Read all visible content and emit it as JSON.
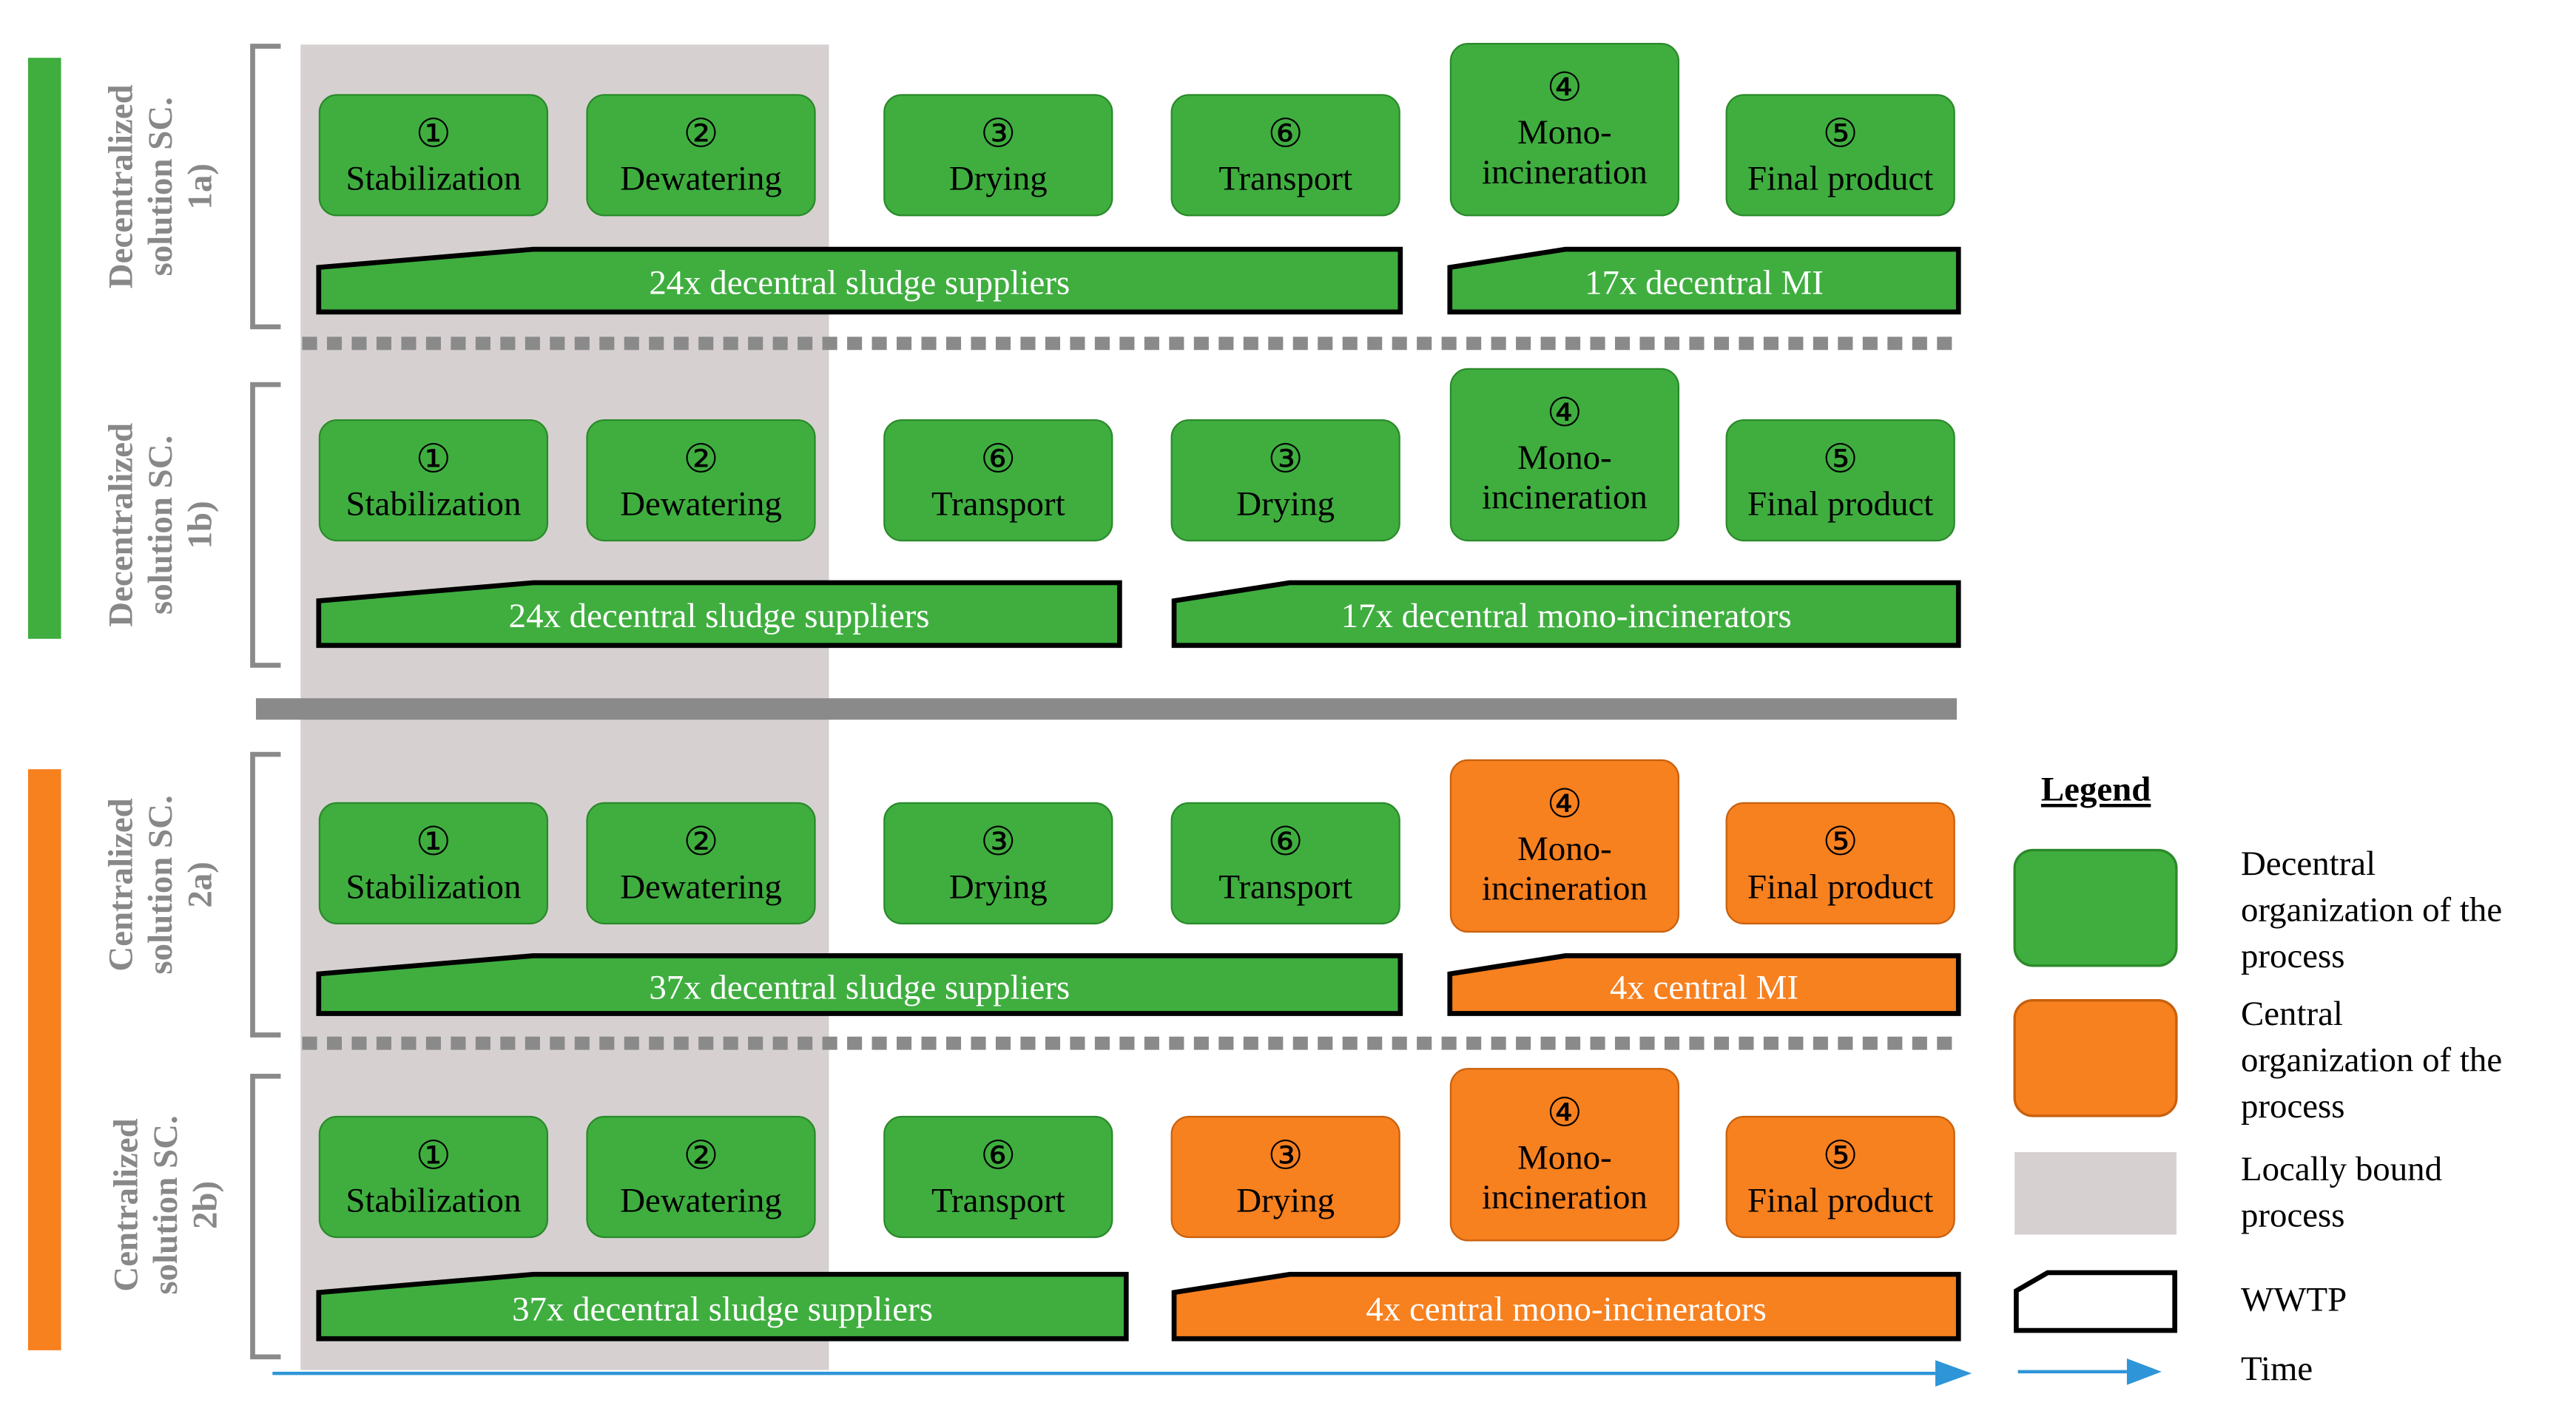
{
  "colors": {
    "decentral": "#3fae3f",
    "central": "#f7801f",
    "local": "#d6d1d0",
    "time": "#2e95d8",
    "separator": "#8a8a8a"
  },
  "scenarios": [
    {
      "title": [
        "Decentralized",
        "solution SC.",
        "1a)"
      ],
      "steps": [
        {
          "num": "①",
          "label": [
            "Stabilization"
          ],
          "color": "green"
        },
        {
          "num": "②",
          "label": [
            "Dewatering"
          ],
          "color": "green"
        },
        {
          "num": "③",
          "label": [
            "Drying"
          ],
          "color": "green"
        },
        {
          "num": "⑥",
          "label": [
            "Transport"
          ],
          "color": "green"
        },
        {
          "num": "④",
          "label": [
            "Mono-",
            "incineration"
          ],
          "color": "green"
        },
        {
          "num": "⑤",
          "label": [
            "Final product"
          ],
          "color": "green"
        }
      ],
      "bars": [
        {
          "label": "24x decentral sludge suppliers",
          "color": "green"
        },
        {
          "label": "17x decentral MI",
          "color": "green"
        }
      ]
    },
    {
      "title": [
        "Decentralized",
        "solution SC.",
        "1b)"
      ],
      "steps": [
        {
          "num": "①",
          "label": [
            "Stabilization"
          ],
          "color": "green"
        },
        {
          "num": "②",
          "label": [
            "Dewatering"
          ],
          "color": "green"
        },
        {
          "num": "⑥",
          "label": [
            "Transport"
          ],
          "color": "green"
        },
        {
          "num": "③",
          "label": [
            "Drying"
          ],
          "color": "green"
        },
        {
          "num": "④",
          "label": [
            "Mono-",
            "incineration"
          ],
          "color": "green"
        },
        {
          "num": "⑤",
          "label": [
            "Final product"
          ],
          "color": "green"
        }
      ],
      "bars": [
        {
          "label": "24x decentral sludge suppliers",
          "color": "green"
        },
        {
          "label": "17x decentral mono-incinerators",
          "color": "green"
        }
      ]
    },
    {
      "title": [
        "Centralized",
        "solution SC.",
        "2a)"
      ],
      "steps": [
        {
          "num": "①",
          "label": [
            "Stabilization"
          ],
          "color": "green"
        },
        {
          "num": "②",
          "label": [
            "Dewatering"
          ],
          "color": "green"
        },
        {
          "num": "③",
          "label": [
            "Drying"
          ],
          "color": "green"
        },
        {
          "num": "⑥",
          "label": [
            "Transport"
          ],
          "color": "green"
        },
        {
          "num": "④",
          "label": [
            "Mono-",
            "incineration"
          ],
          "color": "orange"
        },
        {
          "num": "⑤",
          "label": [
            "Final product"
          ],
          "color": "orange"
        }
      ],
      "bars": [
        {
          "label": "37x decentral sludge suppliers",
          "color": "green"
        },
        {
          "label": "4x central MI",
          "color": "orange"
        }
      ]
    },
    {
      "title": [
        "Centralized",
        "solution SC.",
        "2b)"
      ],
      "steps": [
        {
          "num": "①",
          "label": [
            "Stabilization"
          ],
          "color": "green"
        },
        {
          "num": "②",
          "label": [
            "Dewatering"
          ],
          "color": "green"
        },
        {
          "num": "⑥",
          "label": [
            "Transport"
          ],
          "color": "green"
        },
        {
          "num": "③",
          "label": [
            "Drying"
          ],
          "color": "orange"
        },
        {
          "num": "④",
          "label": [
            "Mono-",
            "incineration"
          ],
          "color": "orange"
        },
        {
          "num": "⑤",
          "label": [
            "Final product"
          ],
          "color": "orange"
        }
      ],
      "bars": [
        {
          "label": "37x decentral sludge suppliers",
          "color": "green"
        },
        {
          "label": "4x central mono-incinerators",
          "color": "orange"
        }
      ]
    }
  ],
  "legend": {
    "title": "Legend",
    "decentral": [
      "Decentral",
      "organization of the",
      "process"
    ],
    "central": [
      "Central",
      "organization of the",
      "process"
    ],
    "local": [
      "Locally bound",
      "process"
    ],
    "wwtp": "WWTP",
    "time": "Time"
  }
}
